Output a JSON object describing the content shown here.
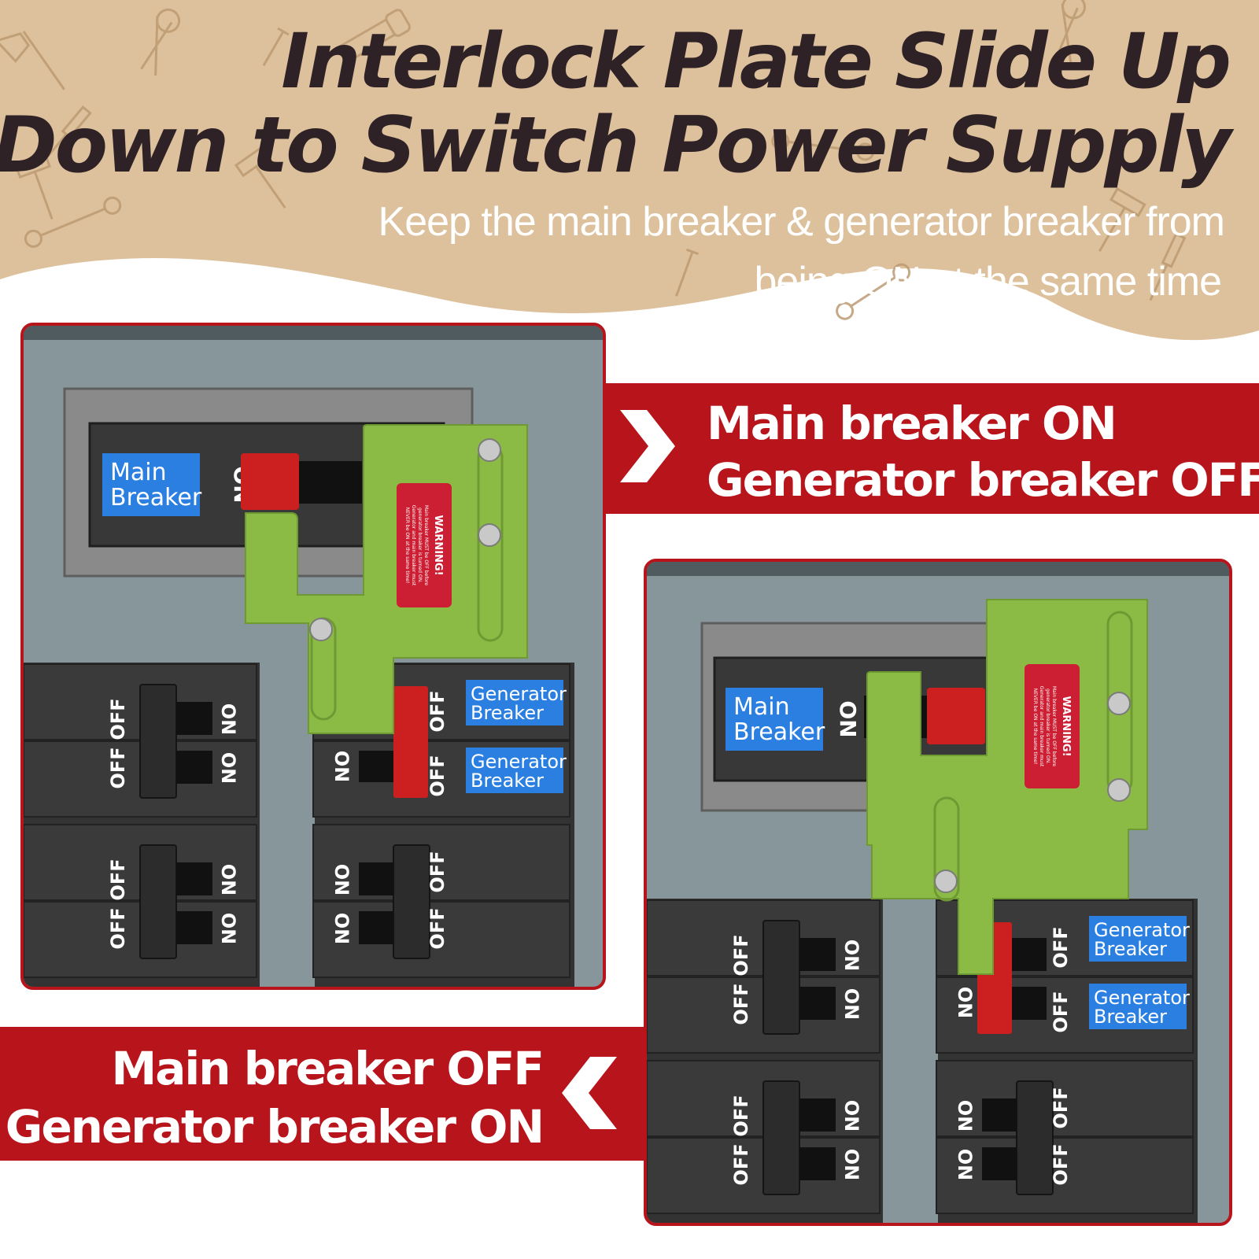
{
  "colors": {
    "header_background": "#dcc19c",
    "header_doodles": "#bc9a72",
    "title_text": "#2f2226",
    "accent_red": "#b8141c",
    "panel_gray": "#86969b",
    "breaker_black": "#383838",
    "interlock_green": "#8bbb45",
    "label_blue": "#2b7fe0",
    "handle_red": "#cc1f1f"
  },
  "header": {
    "title_line1": "Interlock Plate Slide Up",
    "title_line2": "Down to Switch Power Supply",
    "subtitle_line1": "Keep the main breaker & generator breaker from",
    "subtitle_line2": "being ON at the same time"
  },
  "banners": {
    "right": {
      "line1": "Main breaker ON",
      "line2": "Generator breaker OFF",
      "icon": "chevron-right-icon"
    },
    "left": {
      "line1": "Main breaker OFF",
      "line2": "Generator breaker ON",
      "icon": "chevron-left-icon"
    }
  },
  "panel_labels": {
    "main_breaker_line1": "Main",
    "main_breaker_line2": "Breaker",
    "generator_breaker_line1": "Generator",
    "generator_breaker_line2": "Breaker",
    "on": "ON",
    "off": "OFF"
  },
  "warning_label": {
    "title": "WARNING!",
    "line1": "Main breaker MUST be OFF before",
    "line2": "generator breaker is turned ON.",
    "line3": "Generator and main breaker must",
    "line4": "NEVER be ON at the same time!"
  },
  "states": {
    "panel_top": {
      "main_breaker": "ON",
      "generator_breaker": "OFF"
    },
    "panel_bottom": {
      "main_breaker": "OFF",
      "generator_breaker": "ON"
    }
  },
  "decor_icons": [
    "hammer-icon",
    "wrench-icon",
    "pliers-icon",
    "nail-icon",
    "axe-icon",
    "paintbrush-icon",
    "saw-icon"
  ]
}
